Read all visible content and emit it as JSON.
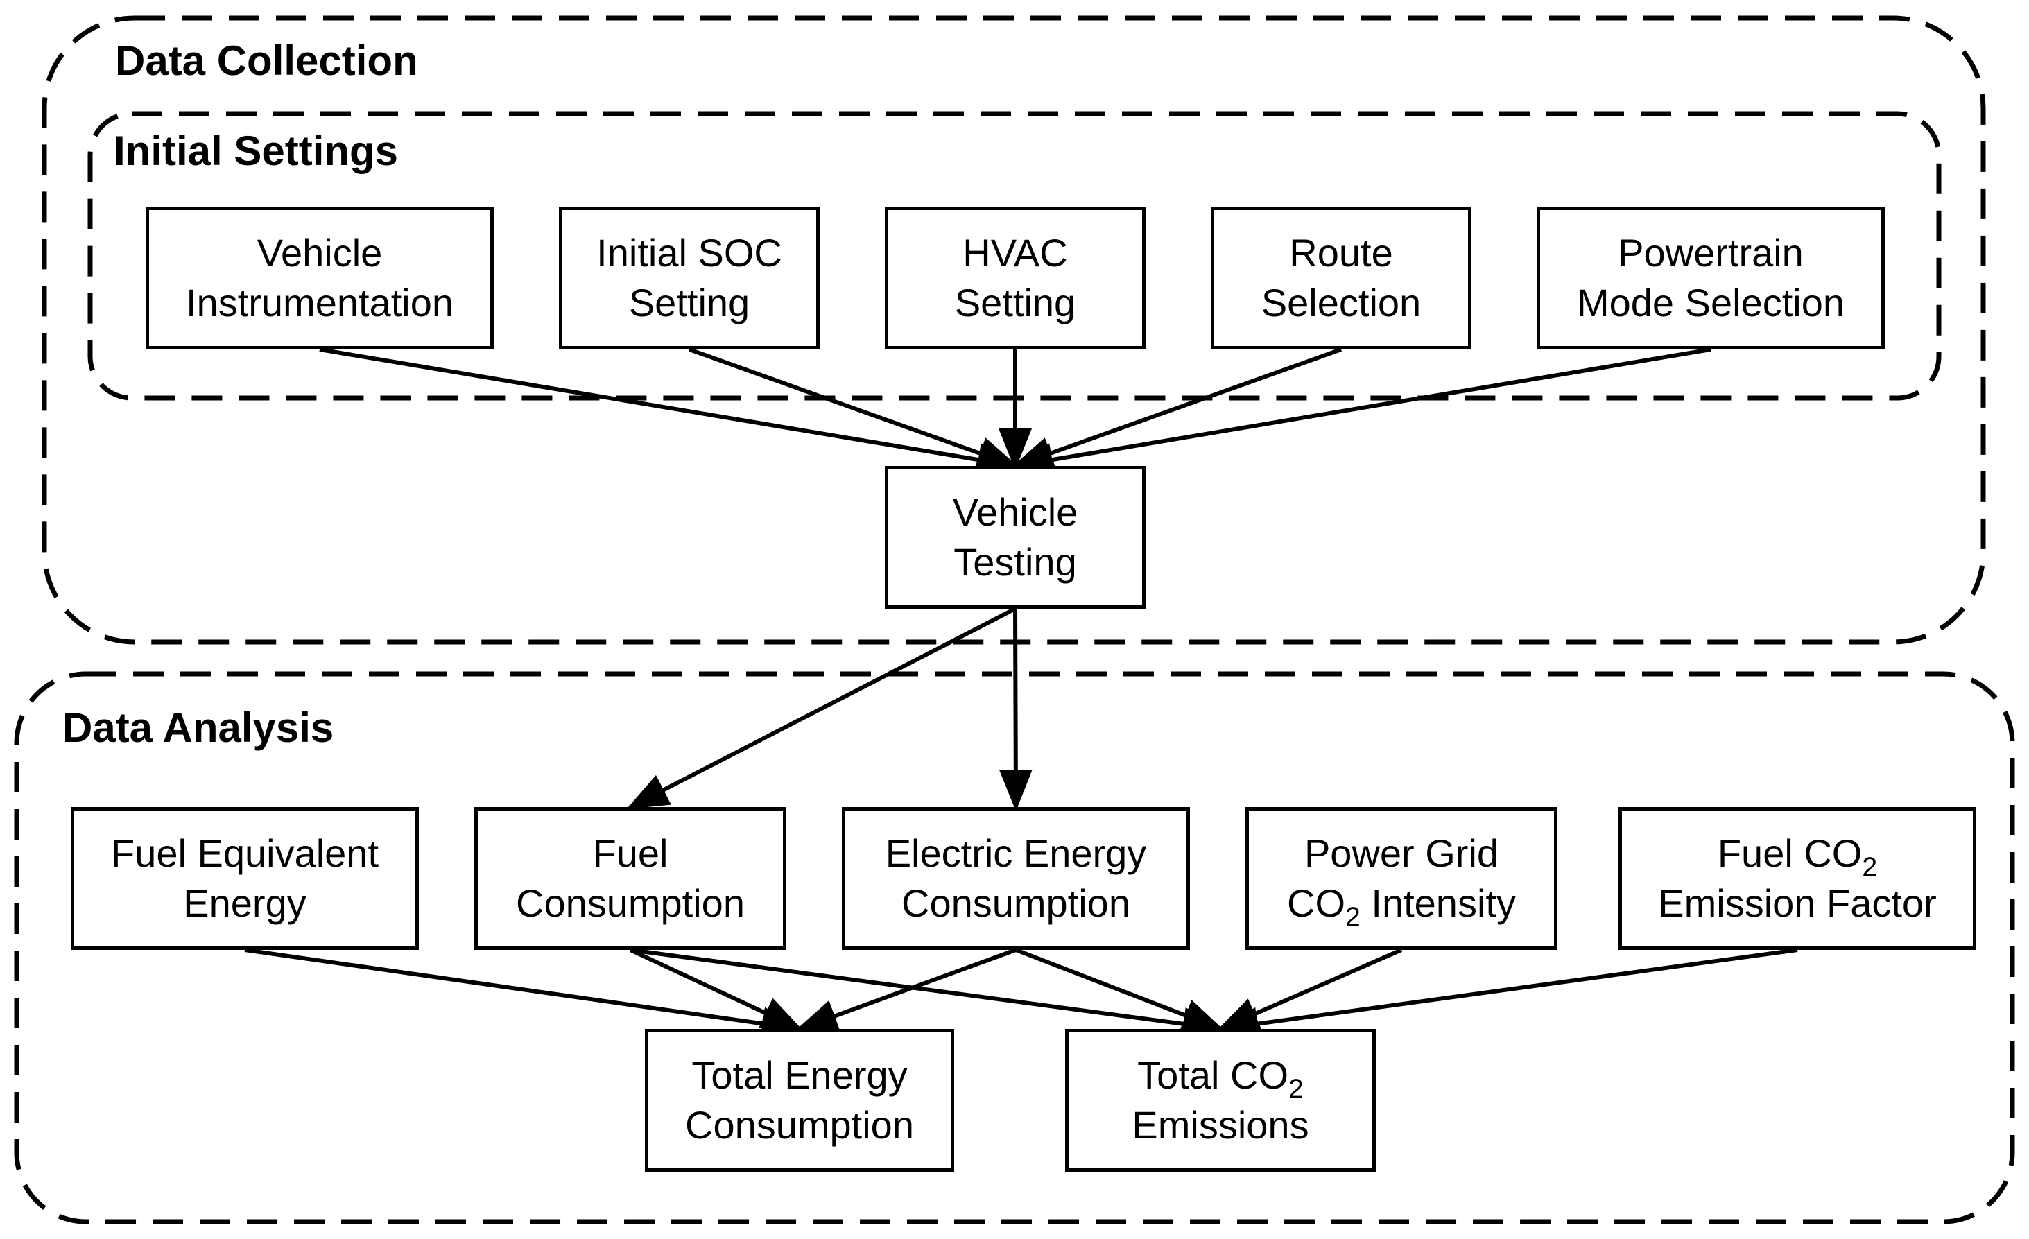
{
  "regions": {
    "data_collection": {
      "title": "Data Collection"
    },
    "initial_settings": {
      "title": "Initial Settings"
    },
    "data_analysis": {
      "title": "Data Analysis"
    }
  },
  "nodes": {
    "vehicle_instrumentation": {
      "line1": "Vehicle",
      "line2": "Instrumentation"
    },
    "initial_soc": {
      "line1": "Initial SOC",
      "line2": "Setting"
    },
    "hvac": {
      "line1": "HVAC",
      "line2": "Setting"
    },
    "route": {
      "line1": "Route",
      "line2": "Selection"
    },
    "powertrain": {
      "line1": "Powertrain",
      "line2": "Mode Selection"
    },
    "vehicle_testing": {
      "line1": "Vehicle",
      "line2": "Testing"
    },
    "fuel_equivalent": {
      "line1": "Fuel Equivalent",
      "line2": "Energy"
    },
    "fuel_consumption": {
      "line1": "Fuel",
      "line2": "Consumption"
    },
    "electric_energy": {
      "line1": "Electric Energy",
      "line2": "Consumption"
    },
    "power_grid": {
      "line1": "Power Grid",
      "line2_pre": "CO",
      "line2_sub": "2",
      "line2_post": " Intensity"
    },
    "fuel_co2": {
      "line1_pre": "Fuel CO",
      "line1_sub": "2",
      "line2": "Emission Factor"
    },
    "total_energy": {
      "line1": "Total Energy",
      "line2": "Consumption"
    },
    "total_co2": {
      "line1_pre": "Total CO",
      "line1_sub": "2",
      "line2": "Emissions"
    }
  },
  "edges": [
    {
      "from": "vehicle_instrumentation",
      "to": "vehicle_testing"
    },
    {
      "from": "initial_soc",
      "to": "vehicle_testing"
    },
    {
      "from": "hvac",
      "to": "vehicle_testing"
    },
    {
      "from": "route",
      "to": "vehicle_testing"
    },
    {
      "from": "powertrain",
      "to": "vehicle_testing"
    },
    {
      "from": "vehicle_testing",
      "to": "fuel_consumption"
    },
    {
      "from": "vehicle_testing",
      "to": "electric_energy"
    },
    {
      "from": "fuel_equivalent",
      "to": "total_energy"
    },
    {
      "from": "fuel_consumption",
      "to": "total_energy"
    },
    {
      "from": "electric_energy",
      "to": "total_energy"
    },
    {
      "from": "fuel_consumption",
      "to": "total_co2"
    },
    {
      "from": "electric_energy",
      "to": "total_co2"
    },
    {
      "from": "power_grid",
      "to": "total_co2"
    },
    {
      "from": "fuel_co2",
      "to": "total_co2"
    }
  ]
}
